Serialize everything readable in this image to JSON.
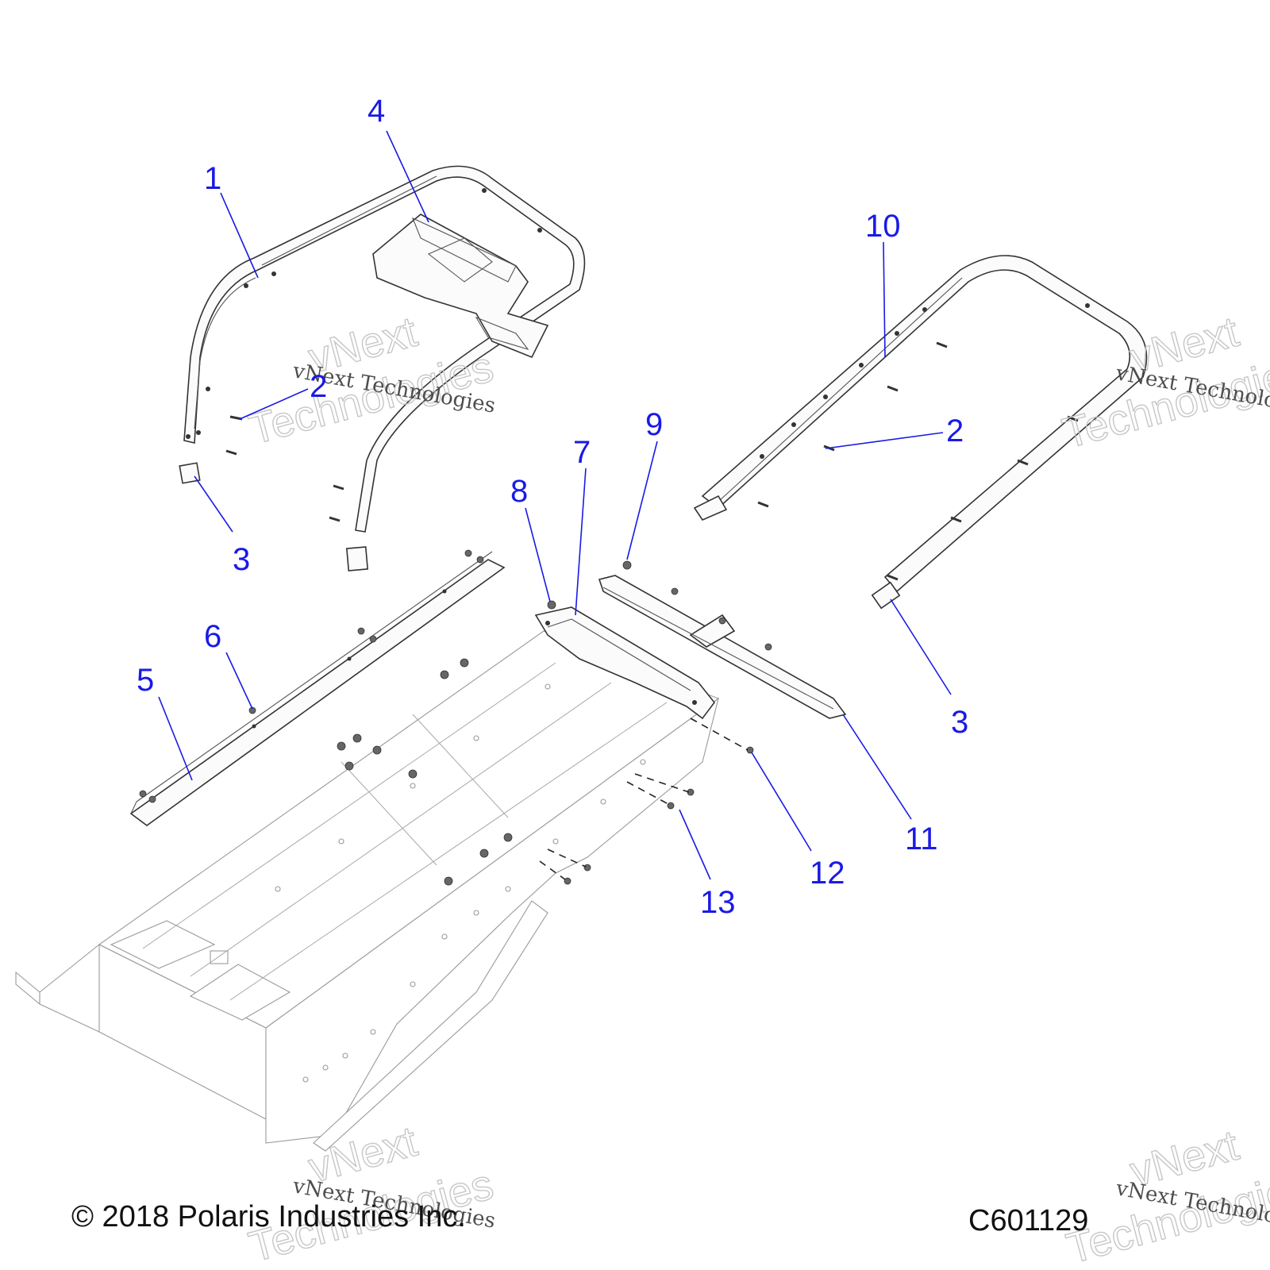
{
  "callouts": [
    {
      "label": "1"
    },
    {
      "label": "2"
    },
    {
      "label": "3"
    },
    {
      "label": "4"
    },
    {
      "label": "10"
    },
    {
      "label": "2"
    },
    {
      "label": "9"
    },
    {
      "label": "7"
    },
    {
      "label": "8"
    },
    {
      "label": "6"
    },
    {
      "label": "5"
    },
    {
      "label": "3"
    },
    {
      "label": "11"
    },
    {
      "label": "12"
    },
    {
      "label": "13"
    }
  ],
  "watermark": {
    "line_serif": "vNext Technologies",
    "line_outline_1": "vNext",
    "line_outline_2": "Technologies"
  },
  "footer": {
    "copyright": "© 2018 Polaris Industries Inc.",
    "figure_code": "C601129"
  },
  "colors": {
    "callout": "#1a1ae6",
    "linework": "#333333",
    "background": "#ffffff"
  }
}
